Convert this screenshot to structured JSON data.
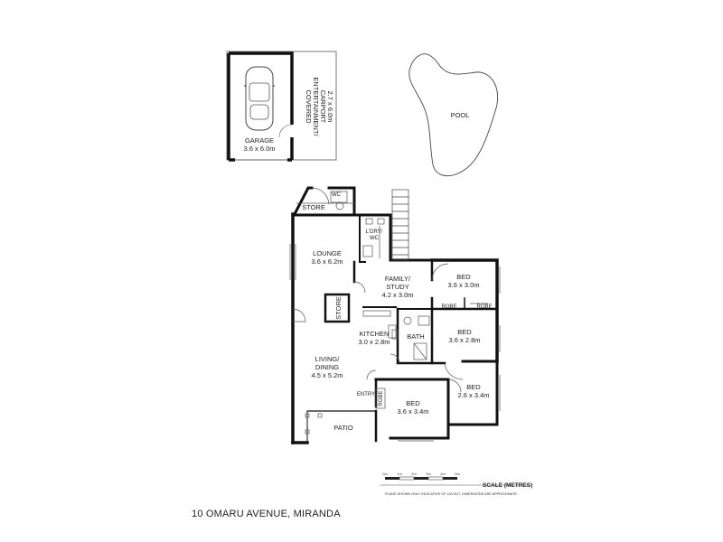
{
  "rooms": {
    "garage": {
      "name": "GARAGE",
      "size": "3.6 x 6.0m"
    },
    "carport": {
      "line1": "COVERED",
      "line2": "ENTERTAINMENT/",
      "line3": "CARPORT",
      "size": "2.7 x 6.0m"
    },
    "pool": {
      "name": "POOL"
    },
    "store_top": {
      "name": "STORE"
    },
    "wc": {
      "name": "WC"
    },
    "laundry": {
      "line1": "L'DRY/",
      "line2": "WC"
    },
    "lounge": {
      "name": "LOUNGE",
      "size": "3.6 x 6.2m"
    },
    "family": {
      "line1": "FAMILY/",
      "line2": "STUDY",
      "size": "4.2 x 3.0m"
    },
    "bed1": {
      "name": "BED",
      "size": "3.6 x 3.0m"
    },
    "robe1": {
      "name": "ROBE"
    },
    "robe2": {
      "name": "ROBE"
    },
    "store_mid": {
      "name": "STORE"
    },
    "kitchen": {
      "name": "KITCHEN",
      "size": "3.0 x 2.8m"
    },
    "bath": {
      "name": "BATH"
    },
    "bed2": {
      "name": "BED",
      "size": "3.6 x 2.8m"
    },
    "living": {
      "line1": "LIVING/",
      "line2": "DINING",
      "size": "4.5 x 5.2m"
    },
    "bed3": {
      "name": "BED",
      "size": "2.6 x 3.4m"
    },
    "entry": {
      "name": "ENTRY"
    },
    "robe3": {
      "name": "ROBE"
    },
    "bed4": {
      "name": "BED",
      "size": "3.6 x 3.4m"
    },
    "patio": {
      "name": "PATIO"
    }
  },
  "scale": {
    "title": "SCALE (METRES)",
    "ticks": [
      "0m",
      "1m",
      "2m",
      "3m",
      "4m",
      "5m"
    ],
    "disclaimer": "PLANS SHOWN ONLY INDICATIVE OF LAYOUT. DIMENSIONS ARE APPROXIMATE."
  },
  "address": "10 OMARU AVENUE, MIRANDA",
  "colors": {
    "wall": "#111111",
    "line": "#444444",
    "background": "#ffffff"
  }
}
